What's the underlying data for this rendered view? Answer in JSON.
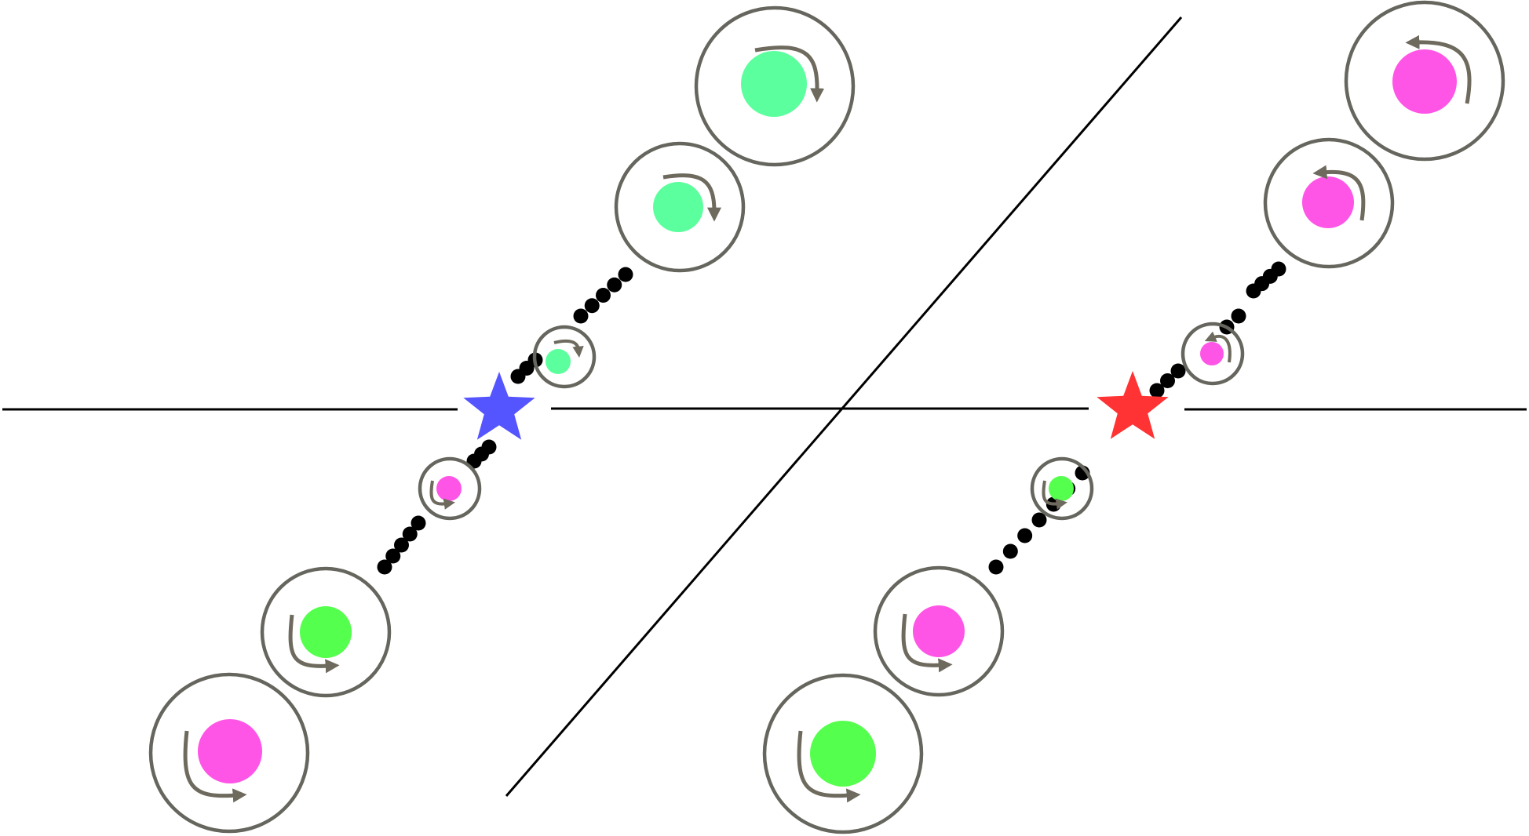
{
  "colors": {
    "background": "#ffffff",
    "line": "#000000",
    "dots": "#000000",
    "ring_stroke": "#66665e",
    "arrow": "#6e6a5e",
    "star_left": "#5555ff",
    "star_right": "#ff3333",
    "ball_mint": "#5cff9d",
    "ball_green": "#55ff4d",
    "ball_magenta": "#ff55e6"
  },
  "panels": [
    {
      "name": "left-panel",
      "star": {
        "color_key": "star_left"
      },
      "particles": [
        {
          "name": "upper-particle-1",
          "ball_color_key": "ball_mint",
          "rotation": "clockwise"
        },
        {
          "name": "upper-particle-2",
          "ball_color_key": "ball_mint",
          "rotation": "clockwise"
        },
        {
          "name": "upper-particle-3",
          "ball_color_key": "ball_mint",
          "rotation": "clockwise"
        },
        {
          "name": "lower-particle-1",
          "ball_color_key": "ball_magenta",
          "rotation": "counterclockwise"
        },
        {
          "name": "lower-particle-2",
          "ball_color_key": "ball_green",
          "rotation": "counterclockwise"
        },
        {
          "name": "lower-particle-3",
          "ball_color_key": "ball_magenta",
          "rotation": "counterclockwise"
        }
      ]
    },
    {
      "name": "right-panel",
      "star": {
        "color_key": "star_right"
      },
      "particles": [
        {
          "name": "upper-particle-1",
          "ball_color_key": "ball_magenta",
          "rotation": "counterclockwise"
        },
        {
          "name": "upper-particle-2",
          "ball_color_key": "ball_magenta",
          "rotation": "counterclockwise"
        },
        {
          "name": "upper-particle-3",
          "ball_color_key": "ball_magenta",
          "rotation": "counterclockwise"
        },
        {
          "name": "lower-particle-1",
          "ball_color_key": "ball_green",
          "rotation": "counterclockwise"
        },
        {
          "name": "lower-particle-2",
          "ball_color_key": "ball_magenta",
          "rotation": "counterclockwise"
        },
        {
          "name": "lower-particle-3",
          "ball_color_key": "ball_green",
          "rotation": "counterclockwise"
        }
      ]
    }
  ]
}
